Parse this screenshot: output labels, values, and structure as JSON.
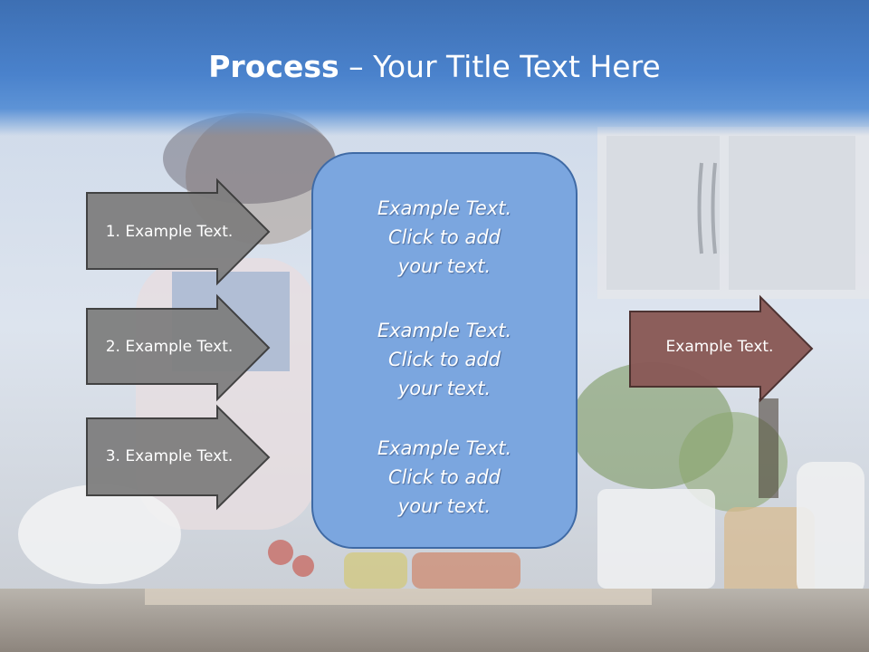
{
  "title": {
    "bold": "Process",
    "rest": " – Your Title Text Here"
  },
  "left_arrows": [
    {
      "label": "1. Example Text."
    },
    {
      "label": "2. Example Text."
    },
    {
      "label": "3. Example Text."
    }
  ],
  "center_box": {
    "paragraphs": [
      {
        "line1": "Example Text.",
        "line2": "Click  to add",
        "line3": "your text."
      },
      {
        "line1": "Example Text.",
        "line2": "Click  to add",
        "line3": "your text."
      },
      {
        "line1": "Example Text.",
        "line2": "Click  to add",
        "line3": "your text."
      }
    ]
  },
  "right_arrow": {
    "label": "Example Text."
  },
  "colors": {
    "title_bar": "#4a82cc",
    "left_arrow_fill": "#7f7f7f",
    "left_arrow_border": "#3a3a3a",
    "center_box_fill": "#7ba6df",
    "center_box_border": "#3f6aa5",
    "right_arrow_fill": "#8a5a57",
    "right_arrow_border": "#4a2e2c"
  }
}
